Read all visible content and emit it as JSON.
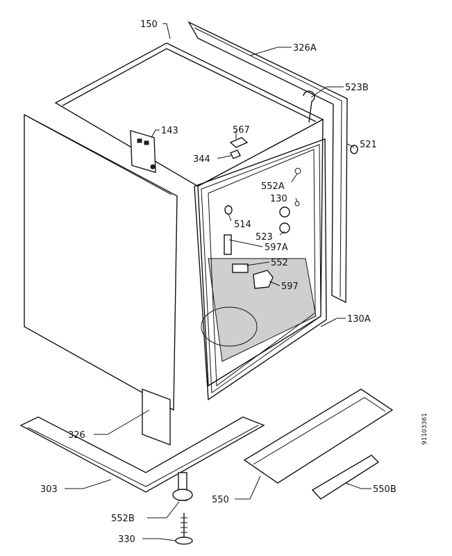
{
  "drawing_id": "91103361",
  "labels": {
    "l150": "150",
    "l326A": "326A",
    "l523B": "523B",
    "l143": "143",
    "l567": "567",
    "l521": "521",
    "l344": "344",
    "l552A": "552A",
    "l130": "130",
    "l514": "514",
    "l523": "523",
    "l597A": "597A",
    "l552": "552",
    "l597": "597",
    "l130A": "130A",
    "l326": "326",
    "l303": "303",
    "l550": "550",
    "l550B": "550B",
    "l552B": "552B",
    "l330": "330"
  }
}
